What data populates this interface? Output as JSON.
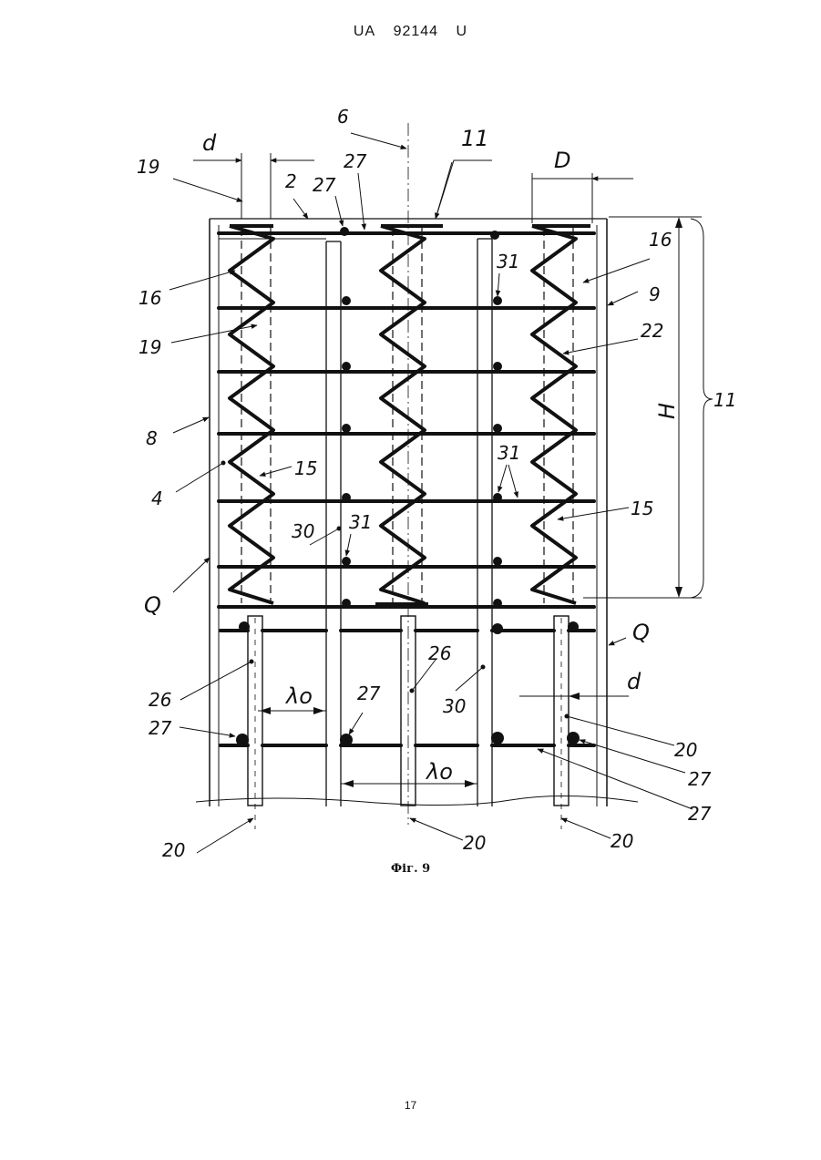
{
  "header": {
    "country": "UA",
    "number": "92144",
    "kind": "U"
  },
  "figure_caption": "Фіг. 9",
  "page_number": "17",
  "labels": {
    "d": "d",
    "D": "D",
    "n6": "6",
    "n11": "11",
    "n19": "19",
    "n2": "2",
    "n27": "27",
    "n16": "16",
    "n31": "31",
    "n9": "9",
    "n22": "22",
    "n8": "8",
    "H": "H",
    "n4": "4",
    "n15": "15",
    "n30": "30",
    "Q": "Q",
    "n26": "26",
    "lambda": "λo",
    "n20": "20"
  },
  "colors": {
    "ink": "#111111",
    "paper": "#ffffff"
  }
}
